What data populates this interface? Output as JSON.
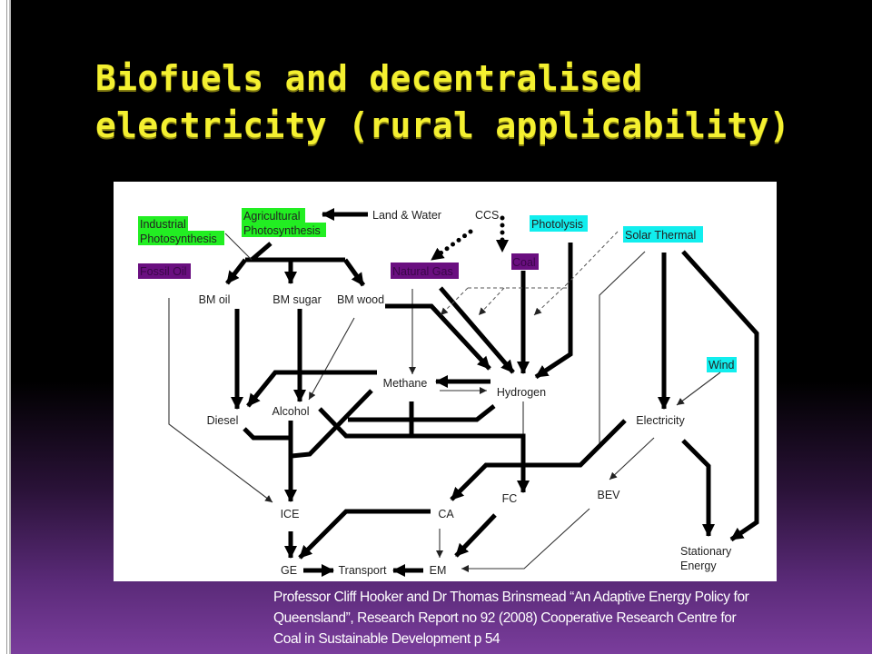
{
  "slide": {
    "title_lines": [
      "Biofuels and decentralised",
      "electricity (rural applicability)"
    ],
    "citation_lines": [
      "Professor Cliff  Hooker and Dr Thomas Brinsmead “An Adaptive Energy Policy for",
      "Queensland”, Research Report no 92  (2008) Cooperative Research Centre for",
      "Coal in Sustainable Development p 54"
    ]
  },
  "colors": {
    "title": "#f4f030",
    "green_highlight": "#22ee22",
    "purple_highlight": "#6a0f80",
    "cyan_highlight": "#11eeee"
  },
  "diagram": {
    "nodes": {
      "industrial_1": "Industrial",
      "industrial_2": "Photosynthesis",
      "agricultural_1": "Agricultural",
      "agricultural_2": "Photosynthesis",
      "land_water": "Land & Water",
      "ccs": "CCS",
      "photolysis": "Photolysis",
      "solar_thermal": "Solar Thermal",
      "fossil_oil": "Fossil Oil",
      "natural_gas": "Natural Gas",
      "coal": "Coal",
      "bm_oil": "BM oil",
      "bm_sugar": "BM sugar",
      "bm_wood": "BM wood",
      "methane": "Methane",
      "hydrogen": "Hydrogen",
      "diesel": "Diesel",
      "alcohol": "Alcohol",
      "wind": "Wind",
      "electricity": "Electricity",
      "ice": "ICE",
      "ca": "CA",
      "fc": "FC",
      "bev": "BEV",
      "ge": "GE",
      "transport": "Transport",
      "em": "EM",
      "stationary_1": "Stationary",
      "stationary_2": "Energy"
    }
  }
}
